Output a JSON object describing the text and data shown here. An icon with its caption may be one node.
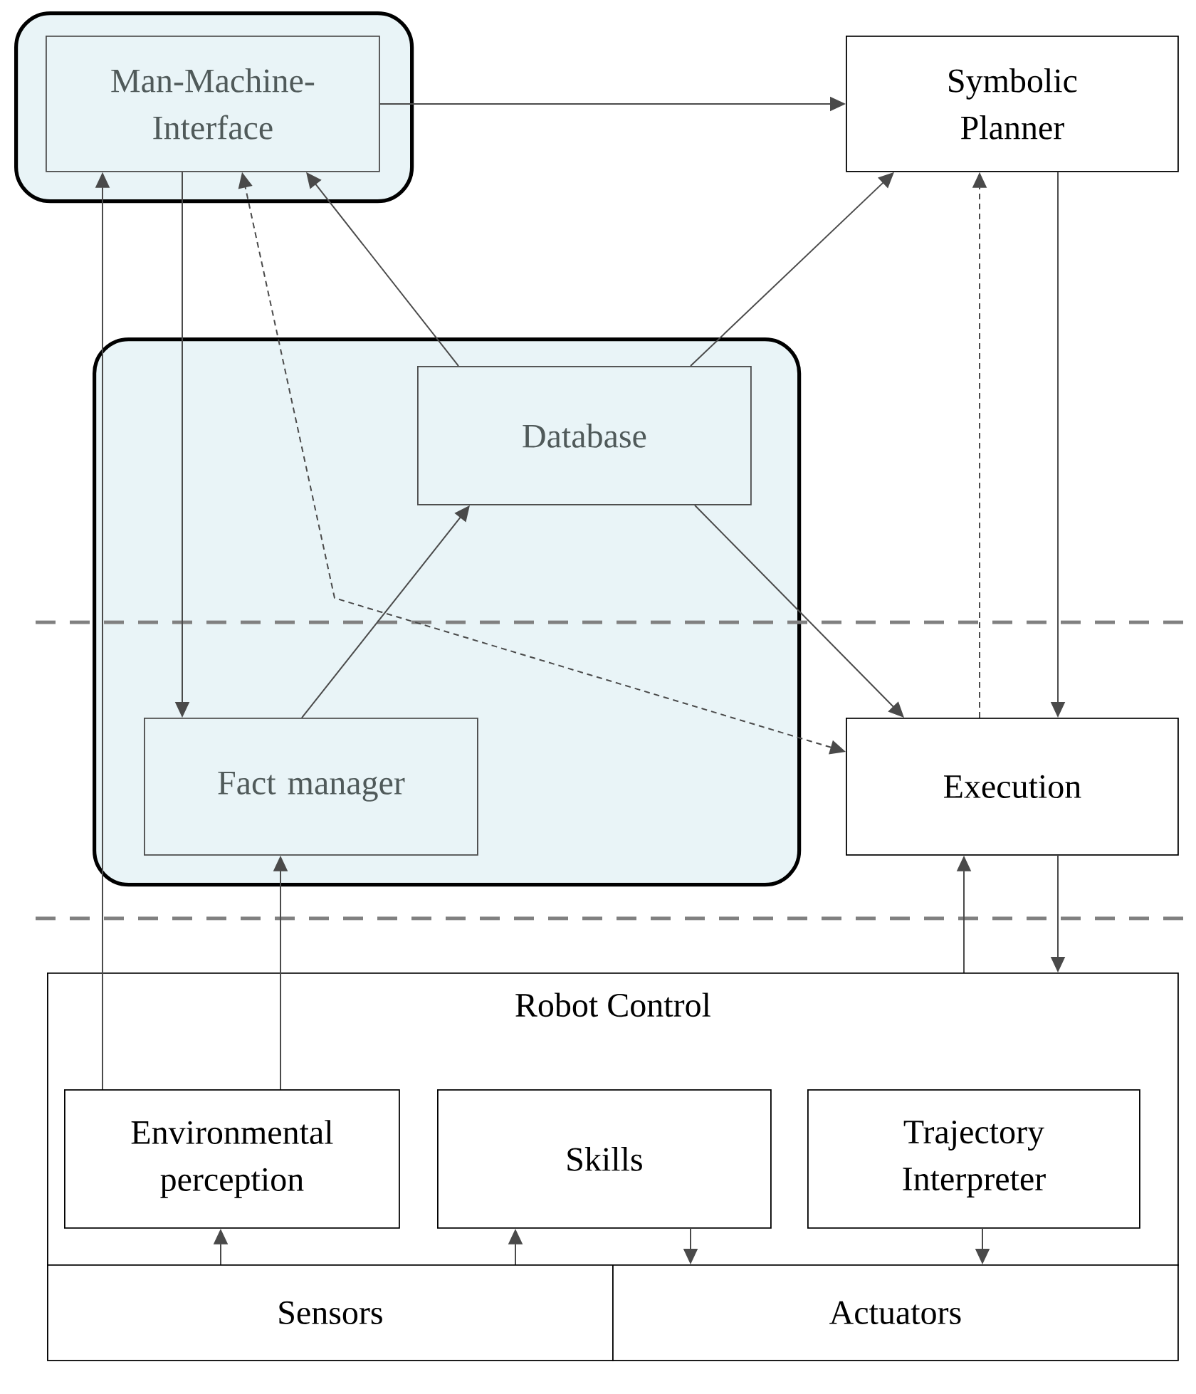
{
  "diagram": {
    "nodes": [
      {
        "text": [],
        "shape": "box"
      },
      {
        "text": [
          "Man-Machine-Interface"
        ],
        "in": 0
      },
      {
        "text": [
          "Symbolic Planner"
        ]
      },
      {
        "text": [],
        "shape": "box"
      },
      {
        "text": [
          "Database"
        ],
        "in": 3
      },
      {
        "text": [
          "Fact manager"
        ],
        "in": 3
      },
      {
        "text": [
          "Execution"
        ]
      },
      {
        "text": [
          "Robot Control"
        ]
      },
      {
        "text": [
          "Environmental perception"
        ],
        "in": 7
      },
      {
        "text": [
          "Skills"
        ],
        "in": 7
      },
      {
        "text": [
          "Trajectory Interpreter"
        ],
        "in": 7
      },
      {
        "text": [
          "Sensors"
        ]
      },
      {
        "text": [
          "Actuators"
        ]
      }
    ],
    "edges": [
      {
        "from": 1,
        "to": 2,
        "arrow": "to"
      },
      {
        "from": 8,
        "to": 1,
        "arrow": "to"
      },
      {
        "from": 1,
        "to": 5,
        "arrow": "to"
      },
      {
        "from": 4,
        "to": 1,
        "arrow": "to"
      },
      {
        "from": 4,
        "to": 2,
        "arrow": "to"
      },
      {
        "from": 6,
        "to": 1,
        "arrow": "both",
        "style": "dashed"
      },
      {
        "from": 5,
        "to": 4,
        "arrow": "to"
      },
      {
        "from": 4,
        "to": 6,
        "arrow": "to"
      },
      {
        "from": 6,
        "to": 2,
        "arrow": "to",
        "style": "dashed"
      },
      {
        "from": 2,
        "to": 6,
        "arrow": "to"
      },
      {
        "from": 7,
        "to": 6,
        "arrow": "to"
      },
      {
        "from": 6,
        "to": 7,
        "arrow": "to"
      },
      {
        "from": 8,
        "to": 5,
        "arrow": "to"
      },
      {
        "from": 11,
        "to": 8,
        "arrow": "to"
      },
      {
        "from": 11,
        "to": 9,
        "arrow": "to"
      },
      {
        "from": 9,
        "to": 12,
        "arrow": "to"
      },
      {
        "from": 10,
        "to": 12,
        "arrow": "to"
      }
    ]
  }
}
